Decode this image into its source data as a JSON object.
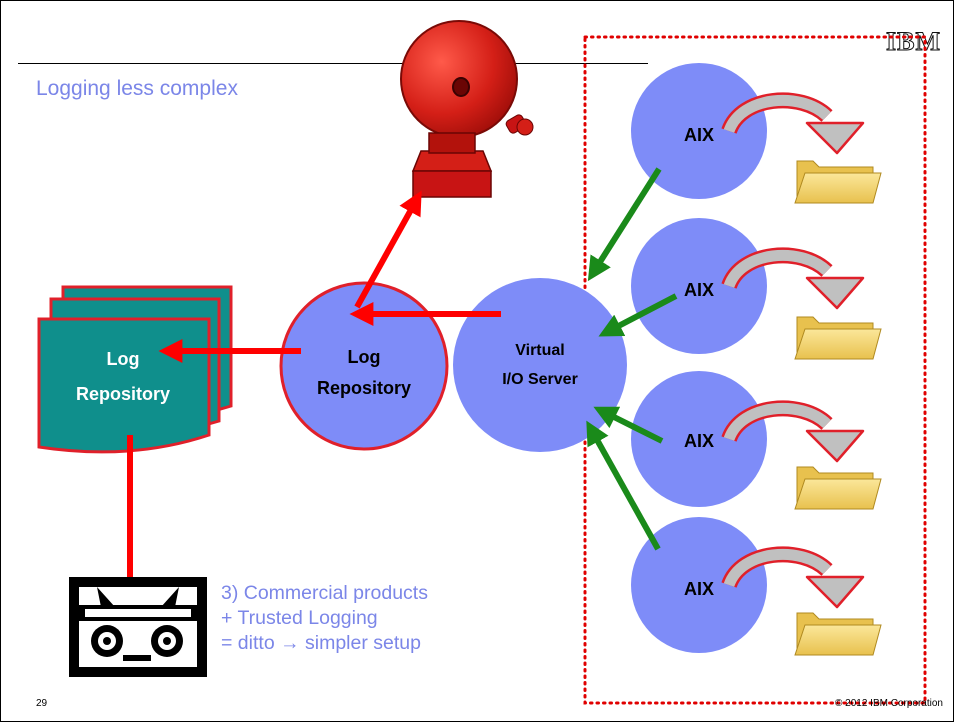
{
  "slide": {
    "title": "Logging less complex",
    "brand": "IBM",
    "page_number": "29",
    "copyright": "© 2012 IBM Corporation"
  },
  "nodes": {
    "log_repository_document": [
      "Log",
      "Repository"
    ],
    "log_repository_server": [
      "Log",
      "Repository"
    ],
    "vios": [
      "Virtual",
      "I/O Server"
    ],
    "aix_lpars": [
      "AIX",
      "AIX",
      "AIX",
      "AIX"
    ]
  },
  "note": {
    "lines": [
      "3) Commercial products",
      "+ Trusted Logging",
      "= ditto → simpler setup"
    ]
  },
  "colors": {
    "accent_text": "#7b86e8",
    "circle_fill": "#7e8cf8",
    "red_arrow": "#ff0000",
    "green_arrow": "#1a8a1a",
    "document_fill": "#0f8f8c",
    "document_border": "#e0202a",
    "alarm_bell": "#c81414",
    "folder": "#f2d266",
    "dotted_boundary": "#e00000"
  }
}
